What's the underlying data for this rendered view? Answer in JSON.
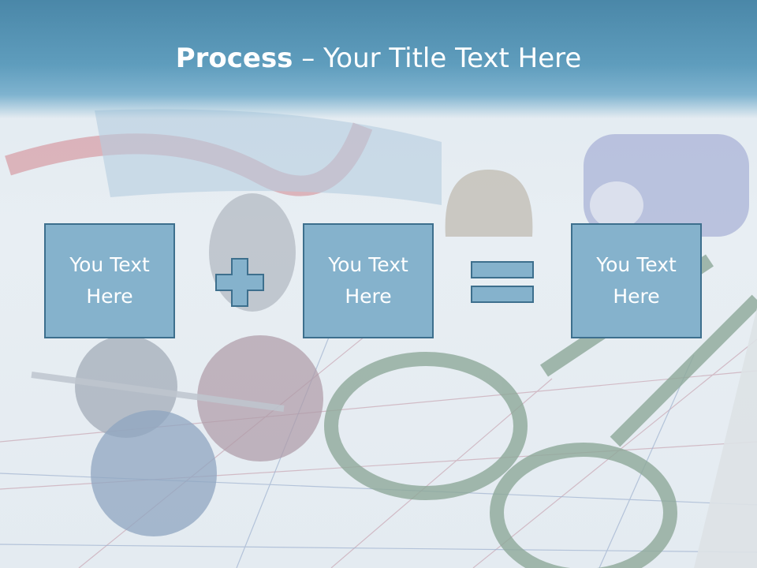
{
  "slide": {
    "title_bold": "Process",
    "title_rest": " – Your Title Text Here",
    "boxes": [
      {
        "text": "You Text Here"
      },
      {
        "text": "You Text Here"
      },
      {
        "text": "You Text Here"
      }
    ],
    "operators": [
      "plus-icon",
      "equals-icon"
    ]
  },
  "colors": {
    "title_band": "#5f9dbd",
    "box_fill": "#85b2cc",
    "box_border": "#3d6f8d",
    "text": "#ffffff"
  }
}
